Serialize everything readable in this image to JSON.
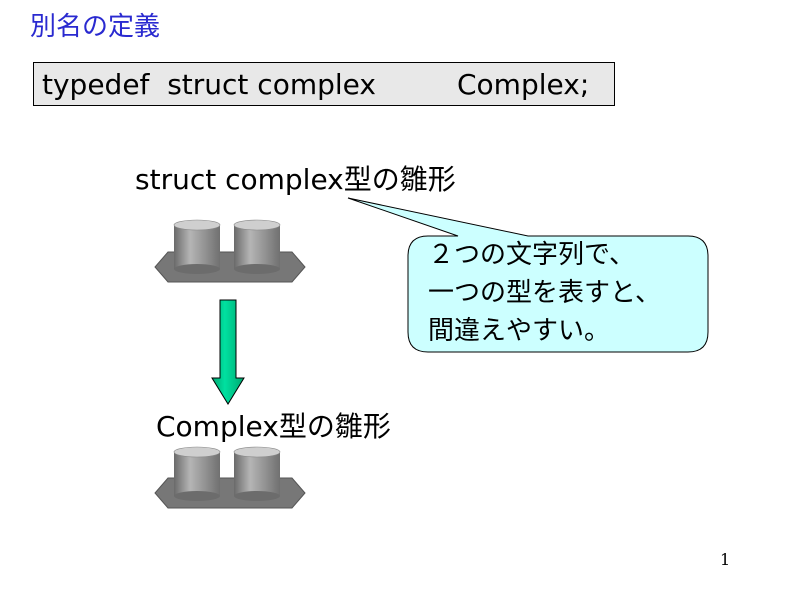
{
  "title": "別名の定義",
  "code": {
    "left": "typedef  struct complex",
    "right": "Complex;"
  },
  "struct_label": "struct complex型の雛形",
  "complex_label": "Complex型の雛形",
  "callout": {
    "lines": [
      "２つの文字列で、",
      "一つの型を表すと、",
      "間違えやすい。"
    ]
  },
  "page_number": "1",
  "colors": {
    "title": "#2a2ad0",
    "code_bg": "#e8e8e8",
    "callout_fill": "#ccffff",
    "arrow": "#00cc88",
    "platform": "#777777",
    "cylinder": "#999999"
  }
}
